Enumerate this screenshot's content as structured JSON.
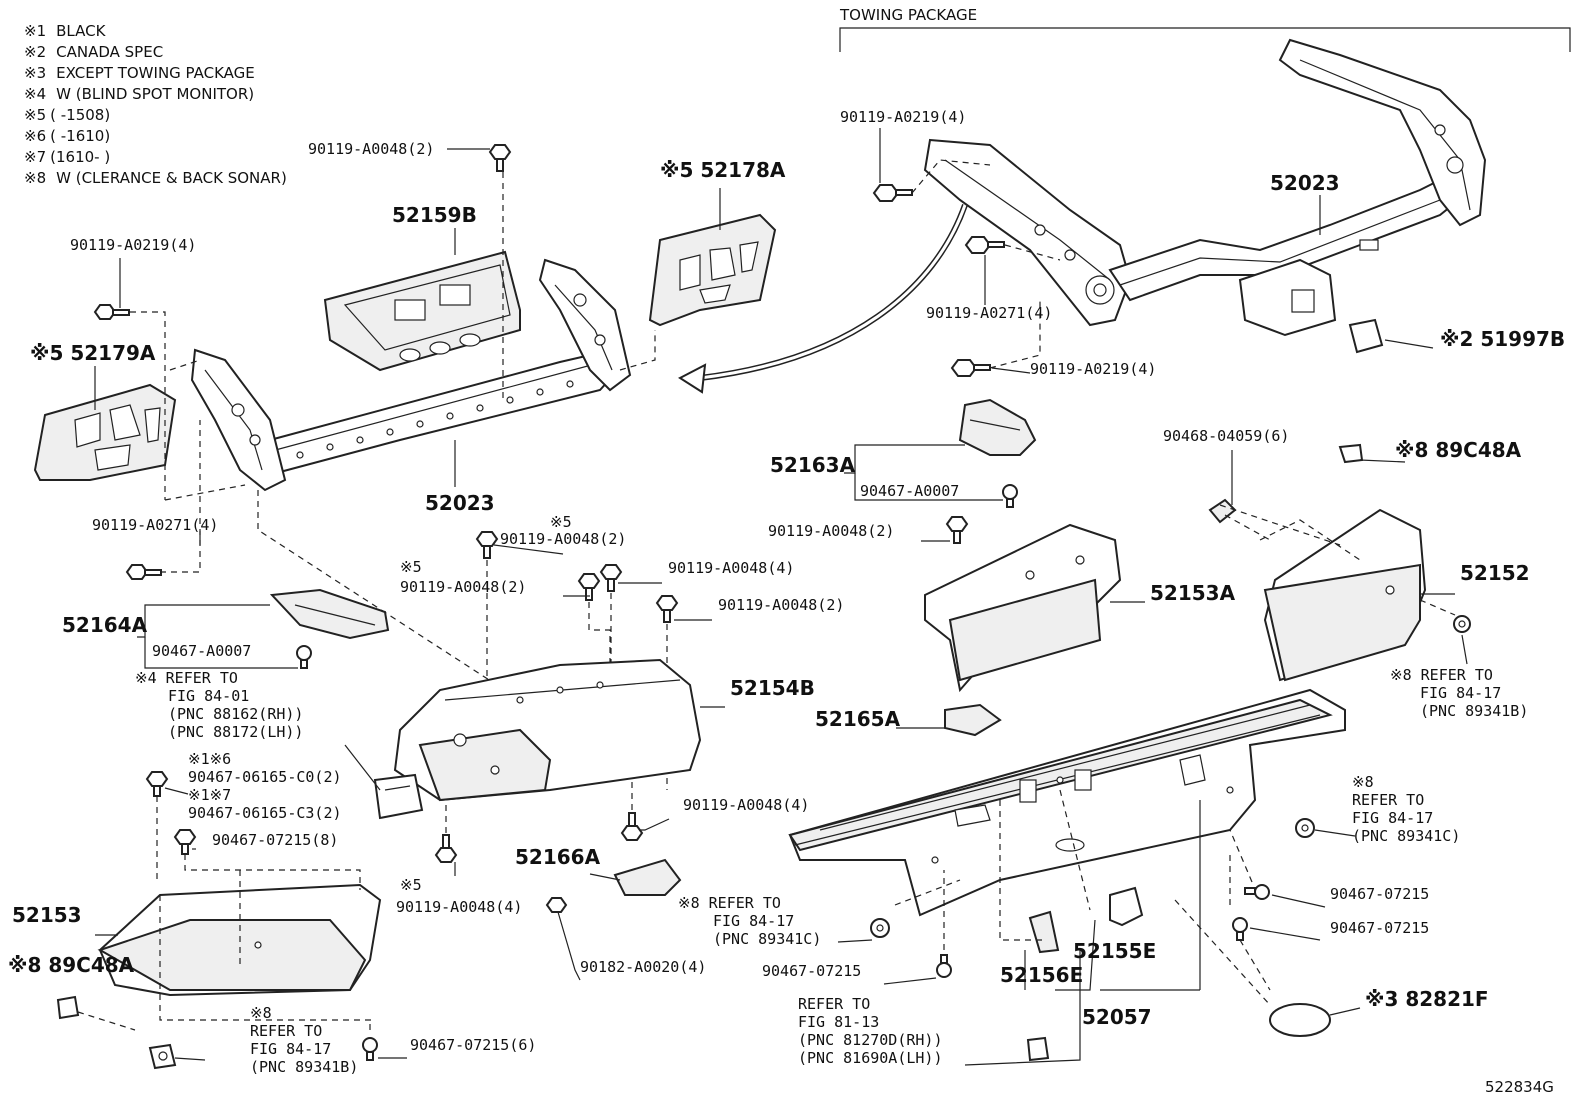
{
  "legend": [
    {
      "mark": "※1",
      "text": "BLACK"
    },
    {
      "mark": "※2",
      "text": "CANADA SPEC"
    },
    {
      "mark": "※3",
      "text": "EXCEPT TOWING PACKAGE"
    },
    {
      "mark": "※4",
      "text": "W (BLIND SPOT MONITOR)"
    },
    {
      "mark": "※5",
      "text": "(      -1508)"
    },
    {
      "mark": "※6",
      "text": "(      -1610)"
    },
    {
      "mark": "※7",
      "text": "(1610-      )"
    },
    {
      "mark": "※8",
      "text": "W (CLERANCE & BACK SONAR)"
    }
  ],
  "section_title": "TOWING PACKAGE",
  "diagram_id": "522834G",
  "labels": {
    "l_90119_a0048_2_top": "90119-A0048(2)",
    "l_52178a": "※5 52178A",
    "l_52159b": "52159B",
    "l_90119_a0219_4_left": "90119-A0219(4)",
    "l_52179a": "※5 52179A",
    "l_52023_main": "52023",
    "l_90119_a0271_4_left": "90119-A0271(4)",
    "l_90119_a0219_4_tow": "90119-A0219(4)",
    "l_52023_tow": "52023",
    "l_90119_a0271_4_tow": "90119-A0271(4)",
    "l_90119_a0219_4_tow2": "90119-A0219(4)",
    "l_51997b": "※2 51997B",
    "l_52163a": "52163A",
    "l_90467_a0007_a": "90467-A0007",
    "l_90468_04059": "90468-04059(6)",
    "l_89c48a_right": "※8 89C48A",
    "l_52152": "52152",
    "l_90119_a0048_2_mid": "90119-A0048(2)",
    "l_52153a": "52153A",
    "l_52165a": "52165A",
    "l_note8_ref_right": "※8 REFER TO",
    "l_fig_84_17_right": "FIG 84-17",
    "l_pnc_89341b_right": "(PNC 89341B)",
    "l_x5_a": "※5",
    "l_90119_a0048_2_c": "90119-A0048(2)",
    "l_x5_b": "※5",
    "l_90119_a0048_2_d": "90119-A0048(2)",
    "l_90119_a0048_4_a": "90119-A0048(4)",
    "l_90119_a0048_2_e": "90119-A0048(2)",
    "l_52164a": "52164A",
    "l_90467_a0007_b": "90467-A0007",
    "l_note4": "※4 REFER TO",
    "l_fig_84_01": "FIG 84-01",
    "l_pnc_88162": "(PNC 88162(RH))",
    "l_pnc_88172": "(PNC 88172(LH))",
    "l_52154b": "52154B",
    "l_x1x6": "※1※6",
    "l_90467_06165_c0": "90467-06165-C0(2)",
    "l_x1x7": "※1※7",
    "l_90467_06165_c3": "90467-06165-C3(2)",
    "l_90467_07215_8": "90467-07215(8)",
    "l_90119_a0048_4_b": "90119-A0048(4)",
    "l_52166a": "52166A",
    "l_x5_c": "※5",
    "l_90119_a0048_4_c": "90119-A0048(4)",
    "l_52153": "52153",
    "l_89c48a_left": "※8 89C48A",
    "l_x8_bottom": "※8",
    "l_refer_bottom": "REFER TO",
    "l_fig_84_17_bottom": "FIG 84-17",
    "l_pnc_89341b_bottom": "(PNC 89341B)",
    "l_90467_07215_6": "90467-07215(6)",
    "l_90182_a0020": "90182-A0020(4)",
    "l_note8_ref_mid": "※8 REFER TO",
    "l_fig_84_17_mid": "FIG 84-17",
    "l_pnc_89341c_mid": "(PNC 89341C)",
    "l_90467_07215_mid": "90467-07215",
    "l_refer_81": "REFER TO",
    "l_fig_81_13": "FIG 81-13",
    "l_pnc_81270d": "(PNC 81270D(RH))",
    "l_pnc_81690a": "(PNC 81690A(LH))",
    "l_52156e": "52156E",
    "l_52155e": "52155E",
    "l_52057": "52057",
    "l_x8_right2": "※8",
    "l_refer_right2": "REFER TO",
    "l_fig_84_17_right2": "FIG 84-17",
    "l_pnc_89341c_right2": "(PNC 89341C)",
    "l_90467_07215_r1": "90467-07215",
    "l_90467_07215_r2": "90467-07215",
    "l_82821f": "※3 82821F"
  }
}
